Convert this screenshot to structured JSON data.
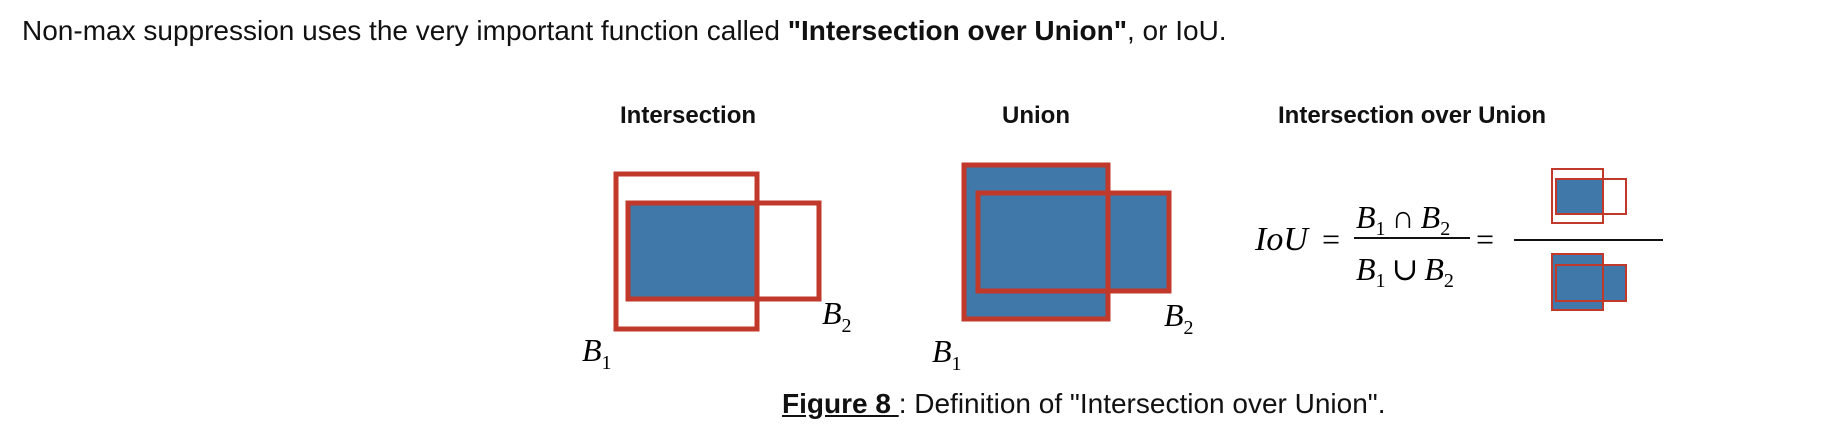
{
  "intro": {
    "prefix": "Non-max suppression uses the very important function called ",
    "emphasis": "\"Intersection over Union\"",
    "suffix": ", or IoU."
  },
  "panels": {
    "intersection": {
      "title": "Intersection"
    },
    "union": {
      "title": "Union"
    },
    "iou": {
      "title": "Intersection over Union"
    }
  },
  "labels": {
    "box1_base": "B",
    "box1_sub": "1",
    "box2_base": "B",
    "box2_sub": "2"
  },
  "formula": {
    "lhs": "IoU",
    "equals": "=",
    "intersect_op": "∩",
    "union_op": "∪"
  },
  "caption": {
    "label": "Figure 8 ",
    "text": ": Definition of \"Intersection over Union\"."
  },
  "colors": {
    "fill": "#3f78a9",
    "stroke": "#c0392b",
    "text": "#111111"
  }
}
